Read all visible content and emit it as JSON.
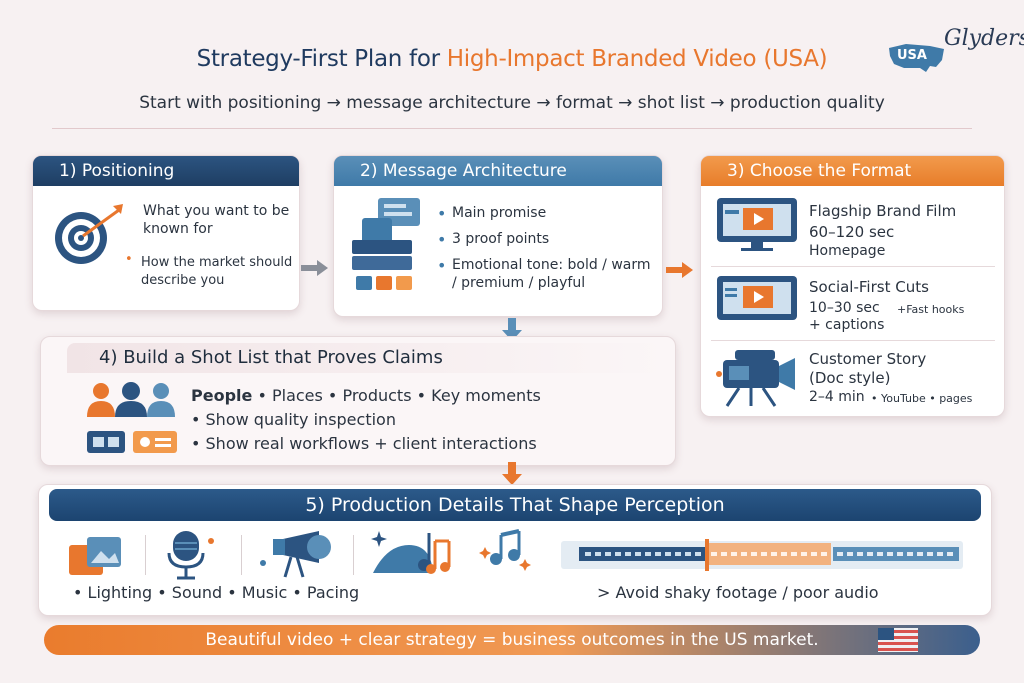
{
  "title": {
    "part1": "Strategy-First Plan for ",
    "part2": "High-Impact Branded Video (USA)"
  },
  "subtitle": "Start with positioning → message architecture → format → shot list → production quality",
  "logo": {
    "badge": "USA",
    "text": "Glyders"
  },
  "steps": {
    "positioning": {
      "title": "1) Positioning",
      "items": [
        "What you want to be known for",
        "How the market should describe you"
      ]
    },
    "message": {
      "title": "2) Message Architecture",
      "items": [
        "Main promise",
        "3 proof points",
        "Emotional tone: bold / warm / premium / playful"
      ]
    },
    "format": {
      "title": "3) Choose the Format",
      "options": [
        {
          "name": "Flagship Brand Film",
          "duration": "60–120 sec",
          "note": "Homepage"
        },
        {
          "name": "Social-First Cuts",
          "duration": "10–30 sec",
          "extra": "+Fast hooks",
          "note": "+ captions"
        },
        {
          "name": "Customer Story",
          "name2": "(Doc style)",
          "duration": "2–4 min",
          "extra": "• YouTube • pages"
        }
      ]
    },
    "shotlist": {
      "title": "4) Build a Shot List that Proves Claims",
      "line1": {
        "bold": "People",
        "rest": " • Places • Products • Key moments"
      },
      "line2": "• Show quality inspection",
      "line3": "• Show real workflows + client interactions"
    },
    "production": {
      "title": "5) Production Details That Shape Perception",
      "items": "• Lighting • Sound • Music • Pacing",
      "avoid": "> Avoid shaky footage / poor audio"
    }
  },
  "footer": "Beautiful video + clear strategy = business outcomes in the US market.",
  "colors": {
    "navy": "#1e3e63",
    "teal": "#3f7aa8",
    "orange": "#e8772e",
    "background": "#f7f1f2"
  }
}
